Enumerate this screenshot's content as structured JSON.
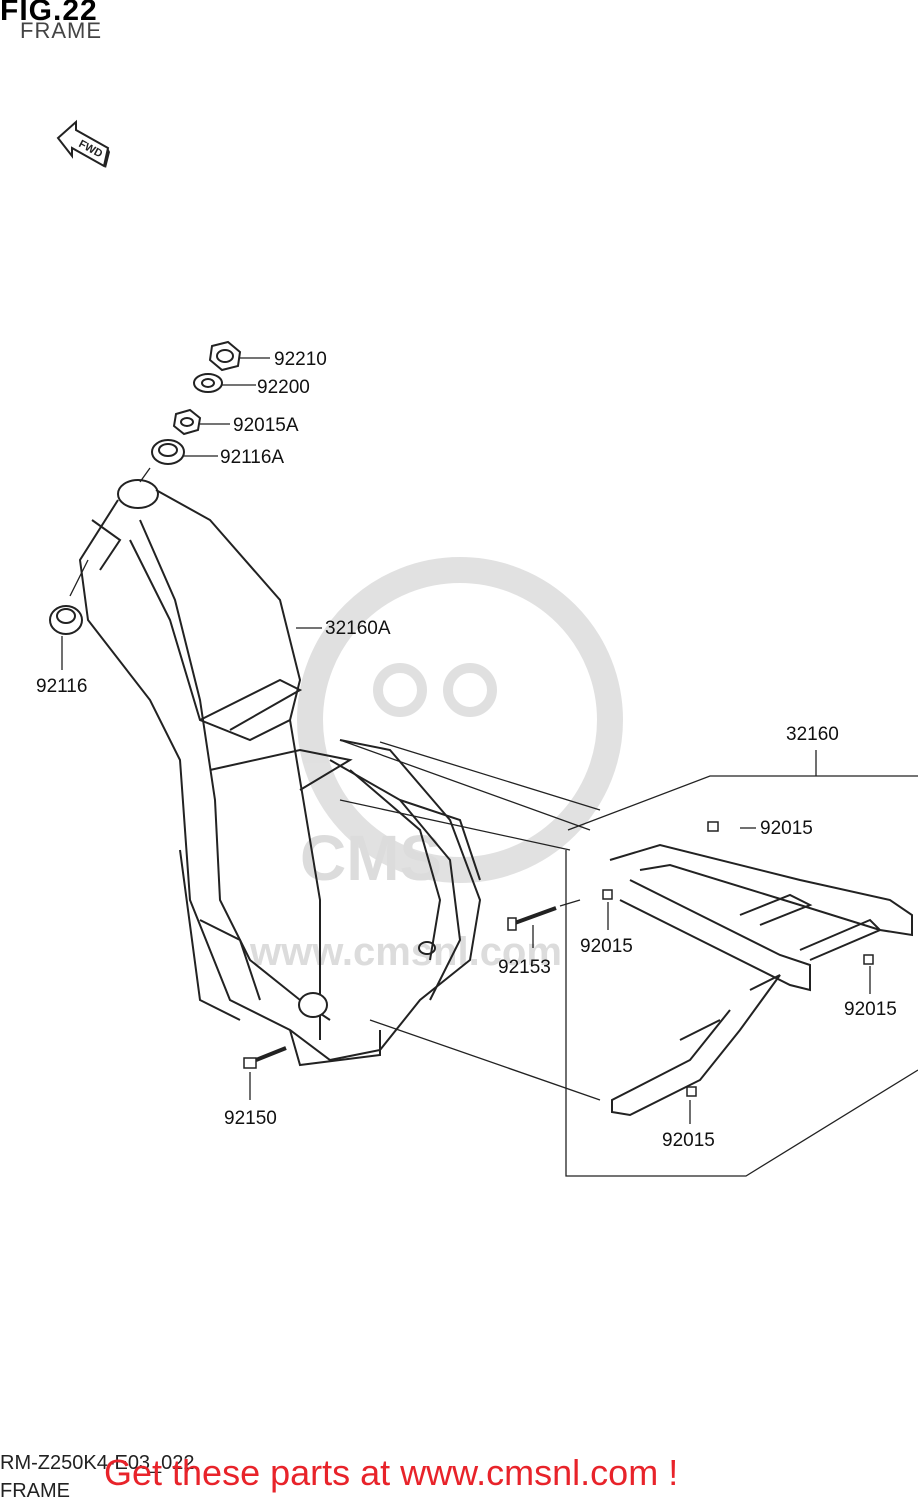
{
  "figure": {
    "title": "FIG.22",
    "subtitle": "FRAME"
  },
  "direction_badge": "FWD",
  "watermark": {
    "text": "www.cmsnl.com",
    "brand": "CMS"
  },
  "parts": [
    {
      "id": "p92210",
      "label": "92210"
    },
    {
      "id": "p92200",
      "label": "92200"
    },
    {
      "id": "p92015A",
      "label": "92015A"
    },
    {
      "id": "p92116A",
      "label": "92116A"
    },
    {
      "id": "p32160A",
      "label": "32160A"
    },
    {
      "id": "p92116",
      "label": "92116"
    },
    {
      "id": "p32160",
      "label": "32160"
    },
    {
      "id": "p92015a",
      "label": "92015"
    },
    {
      "id": "p92015b",
      "label": "92015"
    },
    {
      "id": "p92153",
      "label": "92153"
    },
    {
      "id": "p92015c",
      "label": "92015"
    },
    {
      "id": "p92150",
      "label": "92150"
    },
    {
      "id": "p92015d",
      "label": "92015"
    }
  ],
  "footer": {
    "code": "RM-Z250K4-E03_022",
    "frame": "FRAME",
    "promo": "Get these parts at www.cmsnl.com !"
  },
  "colors": {
    "promo": "#e8232a",
    "line": "#222222",
    "watermark": "#d9d9d9"
  }
}
